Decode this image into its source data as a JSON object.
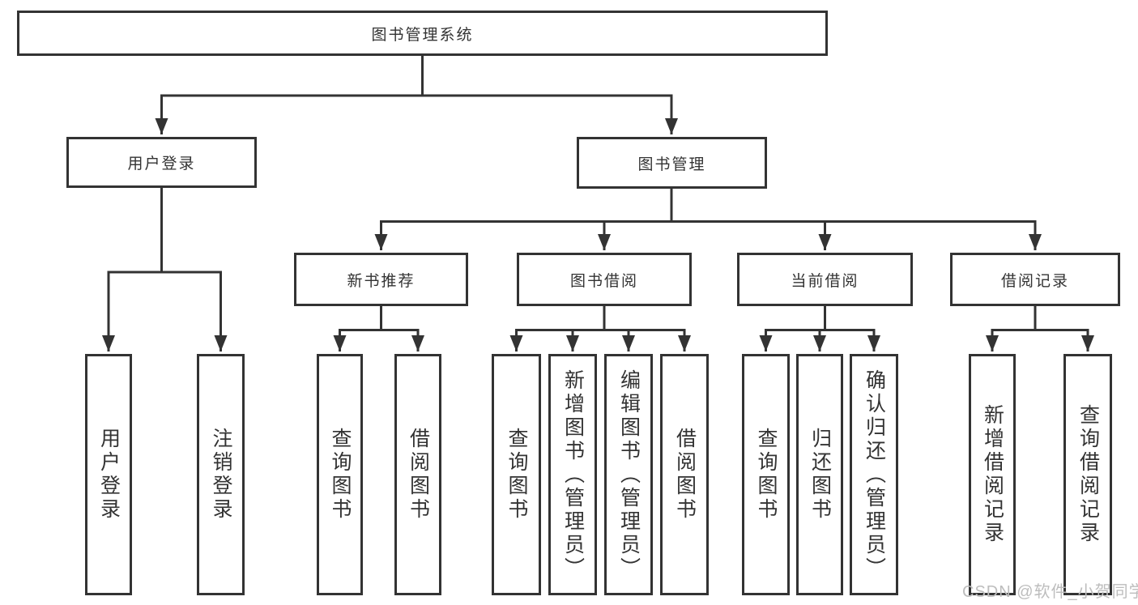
{
  "tree": {
    "root": {
      "label": "图书管理系统"
    },
    "login": {
      "label": "用户登录",
      "leaves": [
        {
          "label": "用户登录"
        },
        {
          "label": "注销登录"
        }
      ]
    },
    "mgmt": {
      "label": "图书管理",
      "groups": [
        {
          "label": "新书推荐",
          "leaves": [
            {
              "label": "查询图书"
            },
            {
              "label": "借阅图书"
            }
          ]
        },
        {
          "label": "图书借阅",
          "leaves": [
            {
              "label": "查询图书"
            },
            {
              "label": "新增图书（管理员）"
            },
            {
              "label": "编辑图书（管理员）"
            },
            {
              "label": "借阅图书"
            }
          ]
        },
        {
          "label": "当前借阅",
          "leaves": [
            {
              "label": "查询图书"
            },
            {
              "label": "归还图书"
            },
            {
              "label": "确认归还（管理员）"
            }
          ]
        },
        {
          "label": "借阅记录",
          "leaves": [
            {
              "label": "新增借阅记录"
            },
            {
              "label": "查询借阅记录"
            }
          ]
        }
      ]
    }
  },
  "watermark": {
    "text": "CSDN @软件_小贺同学"
  },
  "colors": {
    "line": "#333333",
    "box_border": "#333333",
    "box_fill": "#ffffff",
    "text": "#333333",
    "watermark": "#bdbdbd",
    "background": "#ffffff"
  }
}
